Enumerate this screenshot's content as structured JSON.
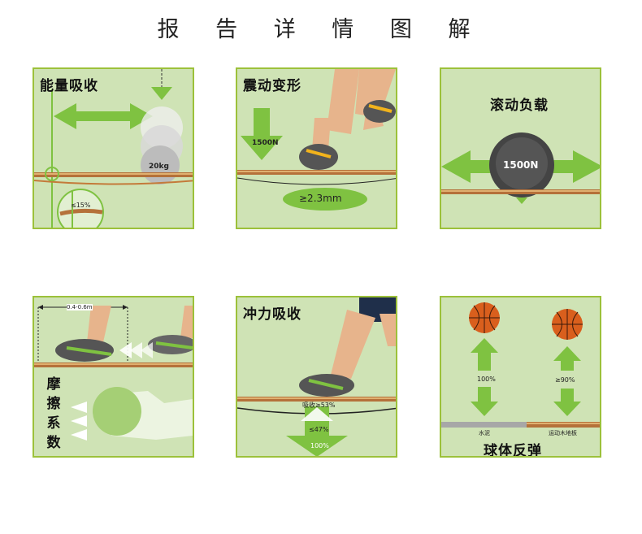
{
  "title": "报 告 详 情 图 解",
  "panels": {
    "p1": {
      "label": "能量吸收",
      "weight": "20kg",
      "percent": "≤15%"
    },
    "p2": {
      "label": "震动变形",
      "force": "1500N",
      "deform": "≥2.3mm"
    },
    "p3": {
      "label": "滚动负载",
      "force": "1500N"
    },
    "p4": {
      "label_chars": [
        "摩",
        "擦",
        "系",
        "数"
      ],
      "range": "0.4-0.6m"
    },
    "p5": {
      "label": "冲力吸收",
      "absorb": "吸收≥53%",
      "percent_low": "≤47%",
      "percent_full": "100%"
    },
    "p6": {
      "label": "球体反弹",
      "left_percent": "100%",
      "right_percent": "≥90%",
      "left_surface": "水泥",
      "right_surface": "运动木地板"
    }
  },
  "colors": {
    "panel_bg": "#cfe3b5",
    "border": "#9cc13a",
    "arrow": "#7fc241",
    "floor": "#b5713a"
  }
}
